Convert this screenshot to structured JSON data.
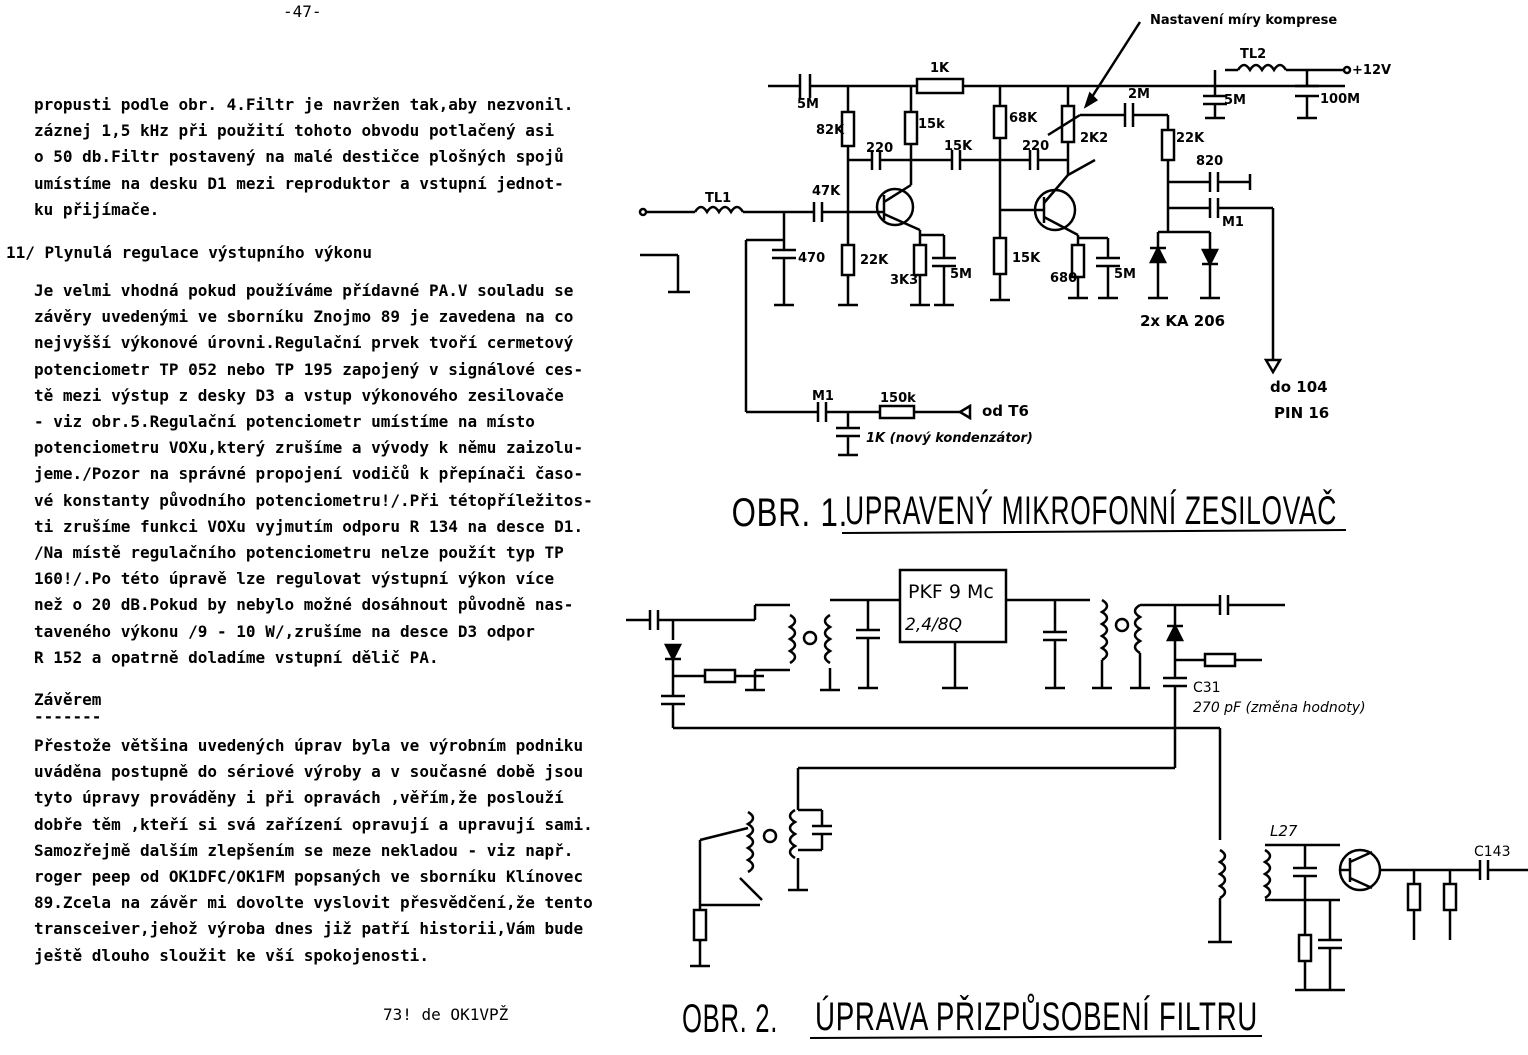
{
  "page_number": "-47-",
  "left_text": {
    "para1": [
      "propusti podle obr. 4.Filtr je navržen tak,aby nezvonil.",
      "záznej 1,5 kHz při použití tohoto obvodu potlačený asi",
      "o 50 db.Filtr postavený na malé destičce plošných spojů",
      "umístíme  na desku D1 mezi reproduktor a vstupní jednot-",
      "ku přijímače."
    ],
    "heading2": "11/ Plynulá regulace výstupního výkonu",
    "para2": [
      "Je velmi vhodná pokud používáme přídavné PA.V souladu se",
      "závěry uvedenými ve sborníku Znojmo 89 je zavedena na co",
      "nejvyšší výkonové úrovni.Regulační prvek tvoří cermetový",
      "potenciometr TP 052 nebo TP 195 zapojený v signálové ces-",
      "tě mezi výstup z desky D3 a vstup výkonového zesilovače",
      "- viz obr.5.Regulační potenciometr umístíme na místo",
      "potenciometru VOXu,který zrušíme a vývody k němu zaizolu-",
      "jeme./Pozor na správné propojení vodičů k přepínači časo-",
      "vé konstanty původního potenciometru!/.Při tétopříležitos-",
      "ti zrušíme funkci VOXu vyjmutím odporu R 134 na desce D1.",
      "/Na místě regulačního potenciometru nelze použít typ TP",
      "160!/.Po této úpravě lze regulovat výstupní výkon více",
      "než o 20 dB.Pokud by nebylo možné dosáhnout původně nas-",
      "taveného výkonu /9 - 10 W/,zrušíme na desce D3 odpor",
      "R 152 a opatrně doladíme vstupní dělič PA."
    ],
    "heading3": "Závěrem",
    "heading3_underline": "-------",
    "para3": [
      "Přestože většina uvedených úprav byla ve výrobním podniku",
      "uváděna postupně do sériové výroby a v současné době jsou",
      "tyto úpravy prováděny i při opravách ,věřím,že poslouží",
      "dobře těm ,kteří si svá zařízení opravují a upravují sami.",
      "Samozřejmě dalším zlepšením se meze nekladou - viz např.",
      "roger peep od OK1DFC/OK1FM popsaných ve sborníku Klínovec",
      "89.Zcela na závěr mi dovolte vyslovit přesvědčení,že tento",
      "transceiver,jehož výroba dnes již patří historii,Vám bude",
      "ještě dlouho sloužit ke vší spokojenosti."
    ],
    "signature": "73! de OK1VPŽ"
  },
  "fig1": {
    "annotation": "Nastavení míry komprese",
    "title_prefix": "OBR. 1.",
    "title_main": "UPRAVENÝ MIKROFONNÍ ZESILOVAČ",
    "labels": {
      "l_5M_a": "5M",
      "l_1K": "1K",
      "l_TL2": "TL2",
      "l_12V": "+12V",
      "l_5M_b": "5M",
      "l_100M": "100M",
      "l_82K": "82K",
      "l_15K_a": "15k",
      "l_68K": "68K",
      "l_2M": "2M",
      "l_2K2": "2K2",
      "l_22K_a": "22K",
      "l_220_a": "220",
      "l_15K_b": "15K",
      "l_220_b": "220",
      "l_820": "820",
      "l_TL1": "TL1",
      "l_47K": "47K",
      "l_M1_a": "M1",
      "l_470": "470",
      "l_22K_b": "22K",
      "l_3K3": "3K3",
      "l_5M_c": "5M",
      "l_15K_c": "15K",
      "l_680": "680",
      "l_5M_d": "5M",
      "l_KA206": "2x KA 206",
      "l_do104": "do 104",
      "l_pin16": "PIN 16",
      "l_M1_b": "M1",
      "l_150k": "150k",
      "l_odT6": "od T6",
      "l_1K_nov": "1K (nový kondenzátor)"
    }
  },
  "fig2": {
    "title_prefix": "OBR. 2.",
    "title_main": "ÚPRAVA PŘIZPŮSOBENÍ FILTRU",
    "labels": {
      "pkf_line1": "PKF 9 Mc",
      "pkf_line2": "2,4/8Q",
      "c31": "C31",
      "c31_val": "270 pF (změna hodnoty)",
      "l27": "L27",
      "c143": "C143"
    }
  }
}
